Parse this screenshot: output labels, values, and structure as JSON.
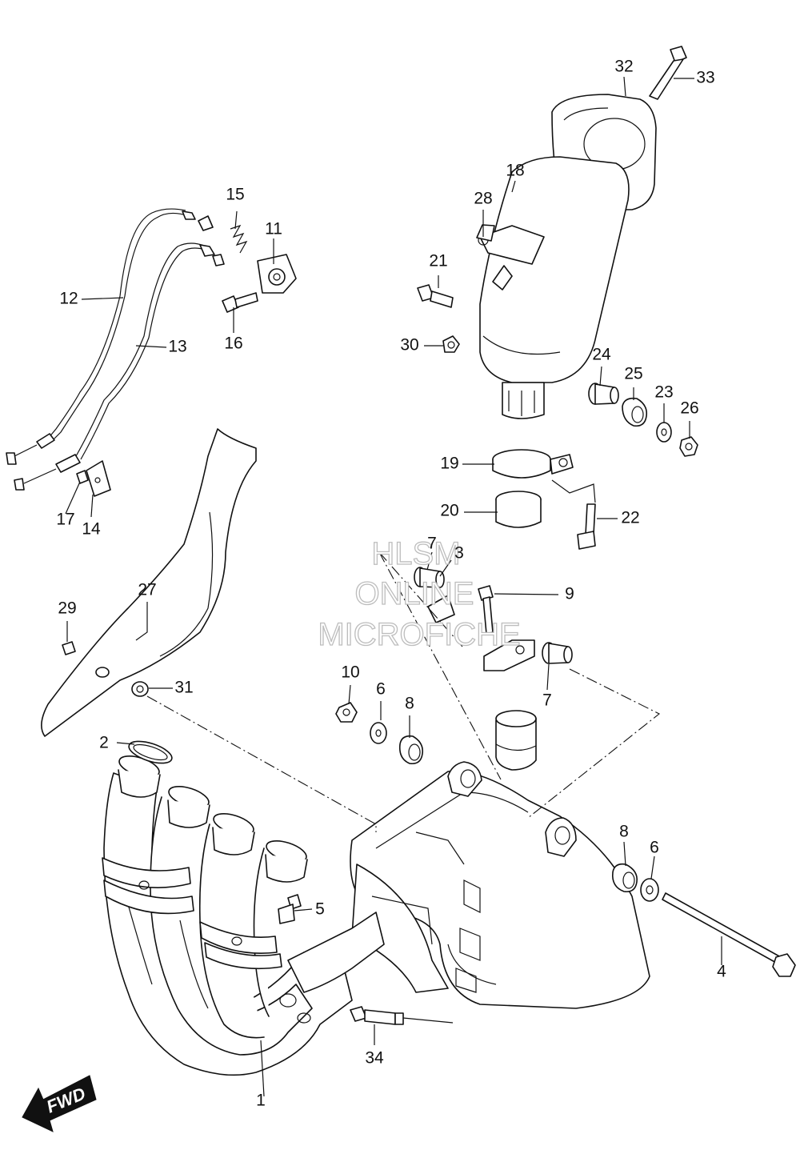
{
  "watermark": {
    "line1": "HLSM",
    "line2": "ONLINE",
    "line3": "MICROFICHE"
  },
  "direction_badge": {
    "label": "FWD"
  },
  "callouts": [
    {
      "id": "c1",
      "label": "1"
    },
    {
      "id": "c2",
      "label": "2"
    },
    {
      "id": "c3",
      "label": "3"
    },
    {
      "id": "c4",
      "label": "4"
    },
    {
      "id": "c5",
      "label": "5"
    },
    {
      "id": "c6a",
      "label": "6"
    },
    {
      "id": "c6b",
      "label": "6"
    },
    {
      "id": "c7a",
      "label": "7"
    },
    {
      "id": "c7b",
      "label": "7"
    },
    {
      "id": "c8a",
      "label": "8"
    },
    {
      "id": "c8b",
      "label": "8"
    },
    {
      "id": "c9",
      "label": "9"
    },
    {
      "id": "c10",
      "label": "10"
    },
    {
      "id": "c11",
      "label": "11"
    },
    {
      "id": "c12",
      "label": "12"
    },
    {
      "id": "c13",
      "label": "13"
    },
    {
      "id": "c14",
      "label": "14"
    },
    {
      "id": "c15",
      "label": "15"
    },
    {
      "id": "c16",
      "label": "16"
    },
    {
      "id": "c17",
      "label": "17"
    },
    {
      "id": "c18",
      "label": "18"
    },
    {
      "id": "c19",
      "label": "19"
    },
    {
      "id": "c20",
      "label": "20"
    },
    {
      "id": "c21",
      "label": "21"
    },
    {
      "id": "c22",
      "label": "22"
    },
    {
      "id": "c23",
      "label": "23"
    },
    {
      "id": "c24",
      "label": "24"
    },
    {
      "id": "c25",
      "label": "25"
    },
    {
      "id": "c26",
      "label": "26"
    },
    {
      "id": "c27",
      "label": "27"
    },
    {
      "id": "c28",
      "label": "28"
    },
    {
      "id": "c29",
      "label": "29"
    },
    {
      "id": "c30",
      "label": "30"
    },
    {
      "id": "c31",
      "label": "31"
    },
    {
      "id": "c32",
      "label": "32"
    },
    {
      "id": "c33",
      "label": "33"
    },
    {
      "id": "c34",
      "label": "34"
    }
  ]
}
